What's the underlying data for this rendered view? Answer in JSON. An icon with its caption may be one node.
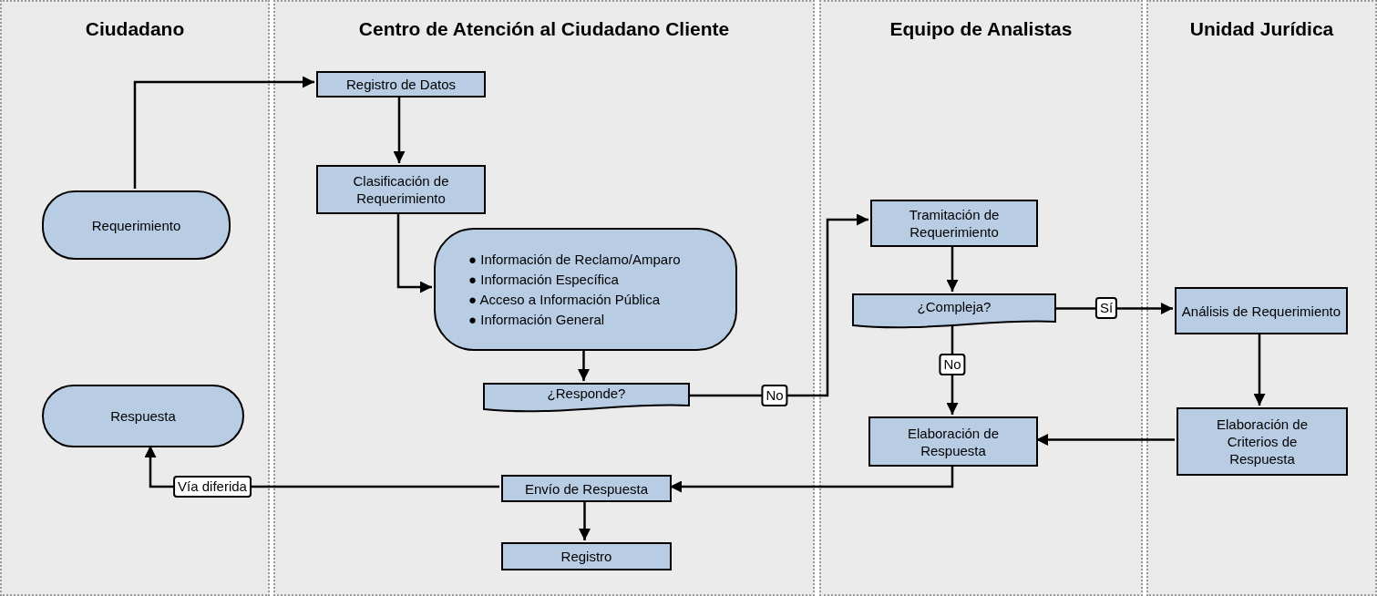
{
  "diagram": {
    "nodes": [
      {
        "text": [
          "Ciudadano"
        ]
      },
      {
        "text": [
          "Centro de Atención al Ciudadano Cliente"
        ]
      },
      {
        "text": [
          "Equipo de Analistas"
        ]
      },
      {
        "text": [
          "Unidad Jurídica"
        ]
      },
      {
        "text": [
          "Requerimiento"
        ],
        "in": 0
      },
      {
        "text": [
          "Respuesta"
        ],
        "in": 0
      },
      {
        "text": [
          "Registro de Datos"
        ],
        "in": 1
      },
      {
        "text": [
          "Clasificación de Requerimiento"
        ],
        "in": 1
      },
      {
        "text": [
          "● Información de Reclamo/Amparo",
          "● Información Específica",
          "● Acceso a Información Pública",
          "● Información General"
        ],
        "in": 1
      },
      {
        "text": [
          "¿Responde?"
        ],
        "in": 1
      },
      {
        "text": [
          "Envío de Respuesta"
        ],
        "in": 1
      },
      {
        "text": [
          "Registro"
        ],
        "in": 1
      },
      {
        "text": [
          "Tramitación de Requerimiento"
        ],
        "in": 2
      },
      {
        "text": [
          "¿Compleja?"
        ],
        "in": 2
      },
      {
        "text": [
          "Elaboración de Respuesta"
        ],
        "in": 2
      },
      {
        "text": [
          "Análisis de Requerimiento"
        ],
        "in": 3
      },
      {
        "text": [
          "Elaboración de Criterios de Respuesta"
        ],
        "in": 3
      }
    ],
    "edges": [
      {
        "from": 4,
        "to": 6,
        "arrow": "to"
      },
      {
        "from": 6,
        "to": 7,
        "arrow": "to"
      },
      {
        "from": 7,
        "to": 8,
        "arrow": "to"
      },
      {
        "from": 8,
        "to": 9,
        "arrow": "to"
      },
      {
        "from": 9,
        "to": 12,
        "arrow": "to",
        "label": "No"
      },
      {
        "from": 12,
        "to": 13,
        "arrow": "to"
      },
      {
        "from": 13,
        "to": 15,
        "arrow": "to",
        "label": "Sí"
      },
      {
        "from": 13,
        "to": 14,
        "arrow": "to",
        "label": "No"
      },
      {
        "from": 15,
        "to": 16,
        "arrow": "to"
      },
      {
        "from": 16,
        "to": 14,
        "arrow": "to"
      },
      {
        "from": 14,
        "to": 10,
        "arrow": "to"
      },
      {
        "from": 10,
        "to": 11,
        "arrow": "to"
      },
      {
        "from": 10,
        "to": 5,
        "arrow": "to",
        "label": "Vía diferida"
      }
    ]
  }
}
